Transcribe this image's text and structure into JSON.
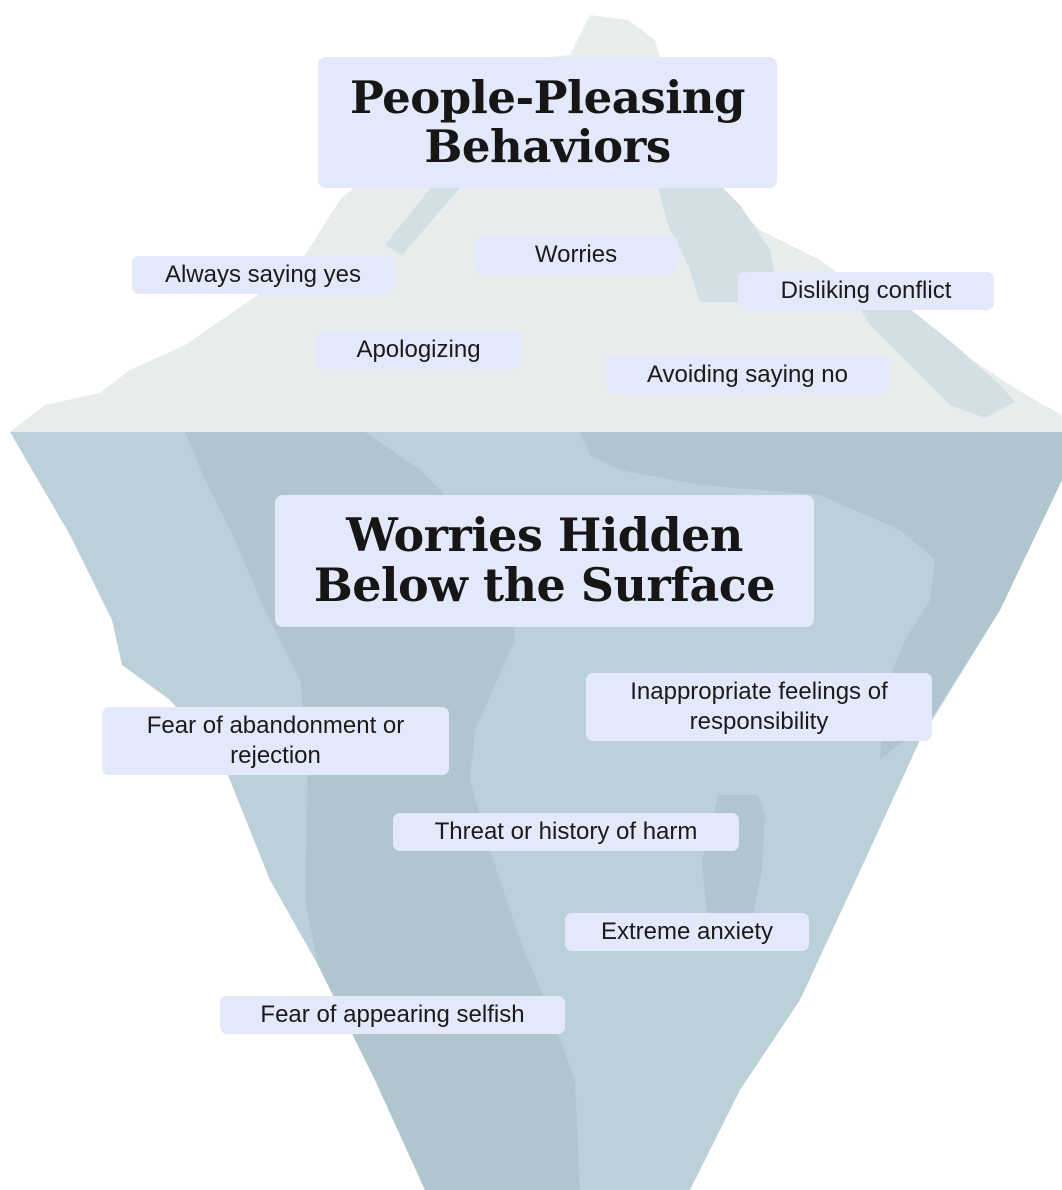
{
  "titles": {
    "top": "People-Pleasing\nBehaviors",
    "bottom": "Worries Hidden\nBelow the Surface"
  },
  "above_surface": [
    {
      "label": "Always saying yes"
    },
    {
      "label": "Worries"
    },
    {
      "label": "Disliking conflict"
    },
    {
      "label": "Apologizing"
    },
    {
      "label": "Avoiding saying no"
    }
  ],
  "below_surface": [
    {
      "label": "Inappropriate feelings of\nresponsibility"
    },
    {
      "label": "Fear of abandonment or\nrejection"
    },
    {
      "label": "Threat or history of harm"
    },
    {
      "label": "Extreme anxiety"
    },
    {
      "label": "Fear of appearing selfish"
    }
  ],
  "colors": {
    "tip": "#e9eced",
    "tip_shadow": "#d2dfe5",
    "underwater": "#bcd0da",
    "underwater_dark": "#b0c5ce",
    "label_bg": "#e3e8fb"
  }
}
